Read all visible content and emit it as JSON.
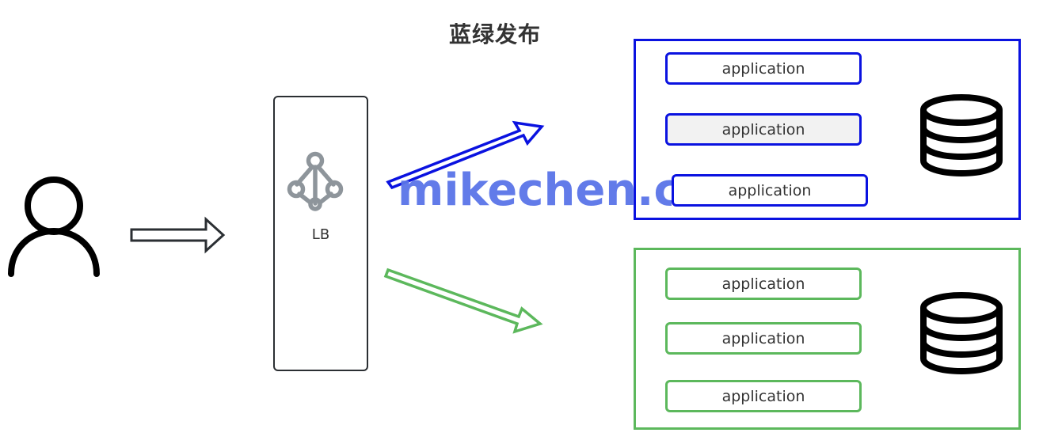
{
  "title": "蓝绿发布",
  "load_balancer": {
    "label": "LB"
  },
  "watermark": "mikechen.cc",
  "blue_group": {
    "color": "#0a12e0",
    "apps": [
      "application",
      "application",
      "application"
    ]
  },
  "green_group": {
    "color": "#5cb85c",
    "apps": [
      "application",
      "application",
      "application"
    ]
  },
  "icons": {
    "user": "user-icon",
    "lb": "load-balancer-icon",
    "blue_db": "database-icon",
    "green_db": "database-icon"
  }
}
